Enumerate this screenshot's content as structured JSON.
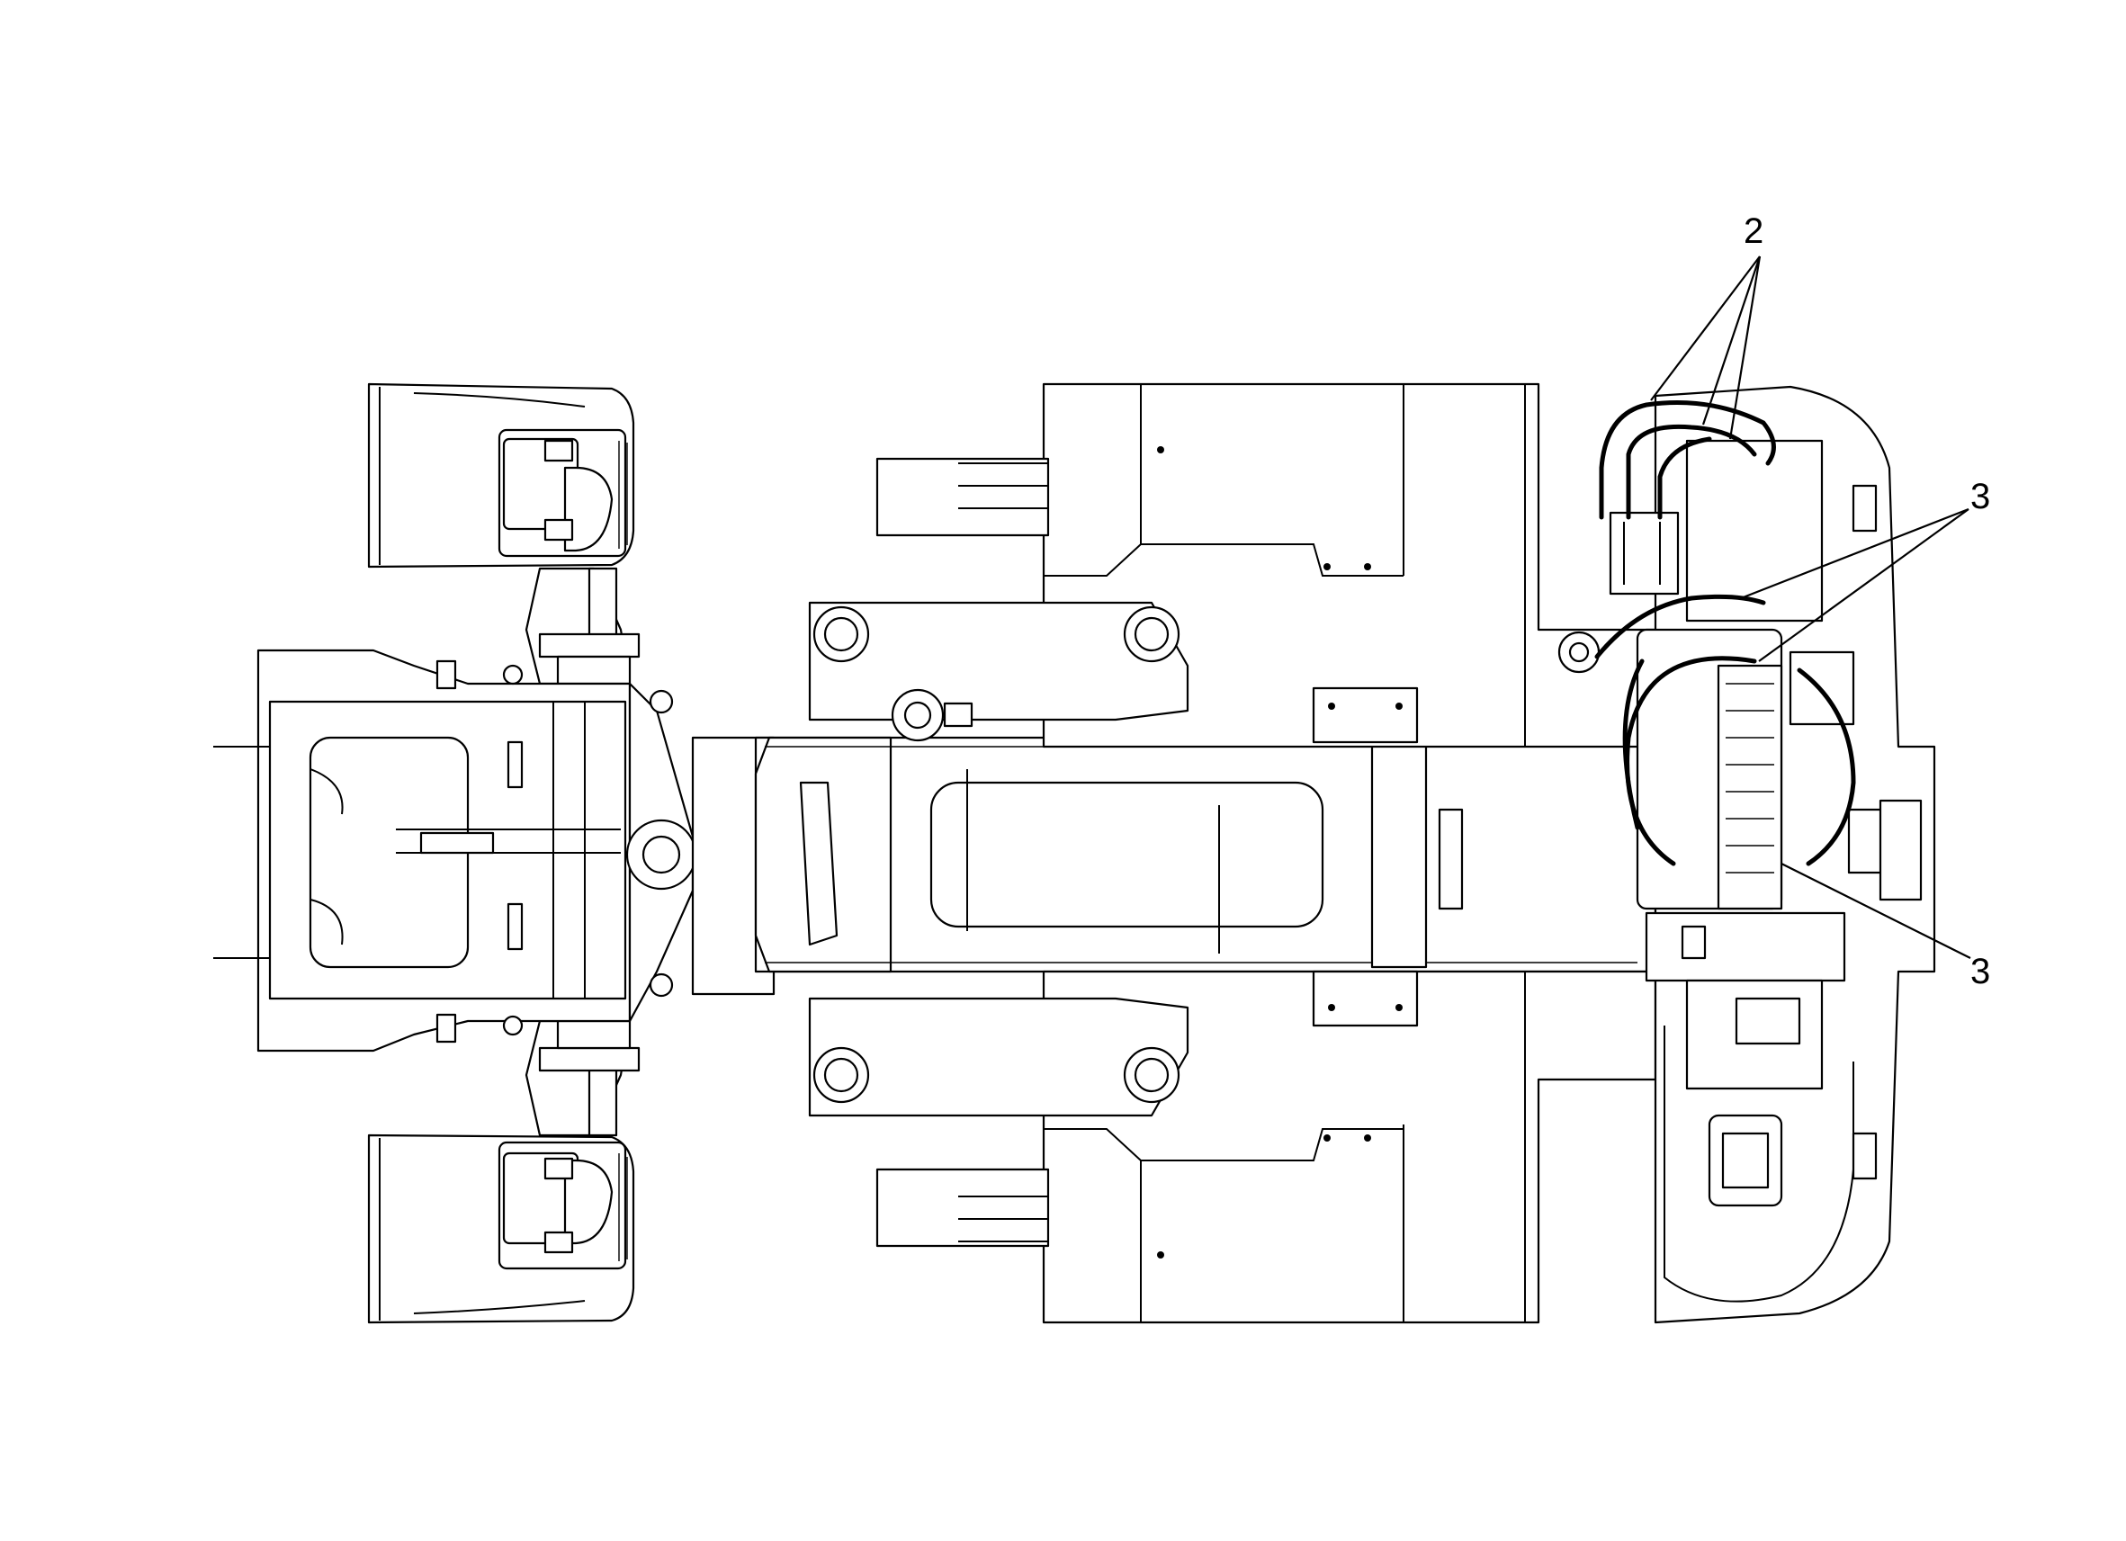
{
  "callouts": {
    "label_2": "2",
    "label_3_upper": "3",
    "label_3_lower": "3"
  },
  "colors": {
    "line": "#000000",
    "background": "#ffffff"
  }
}
